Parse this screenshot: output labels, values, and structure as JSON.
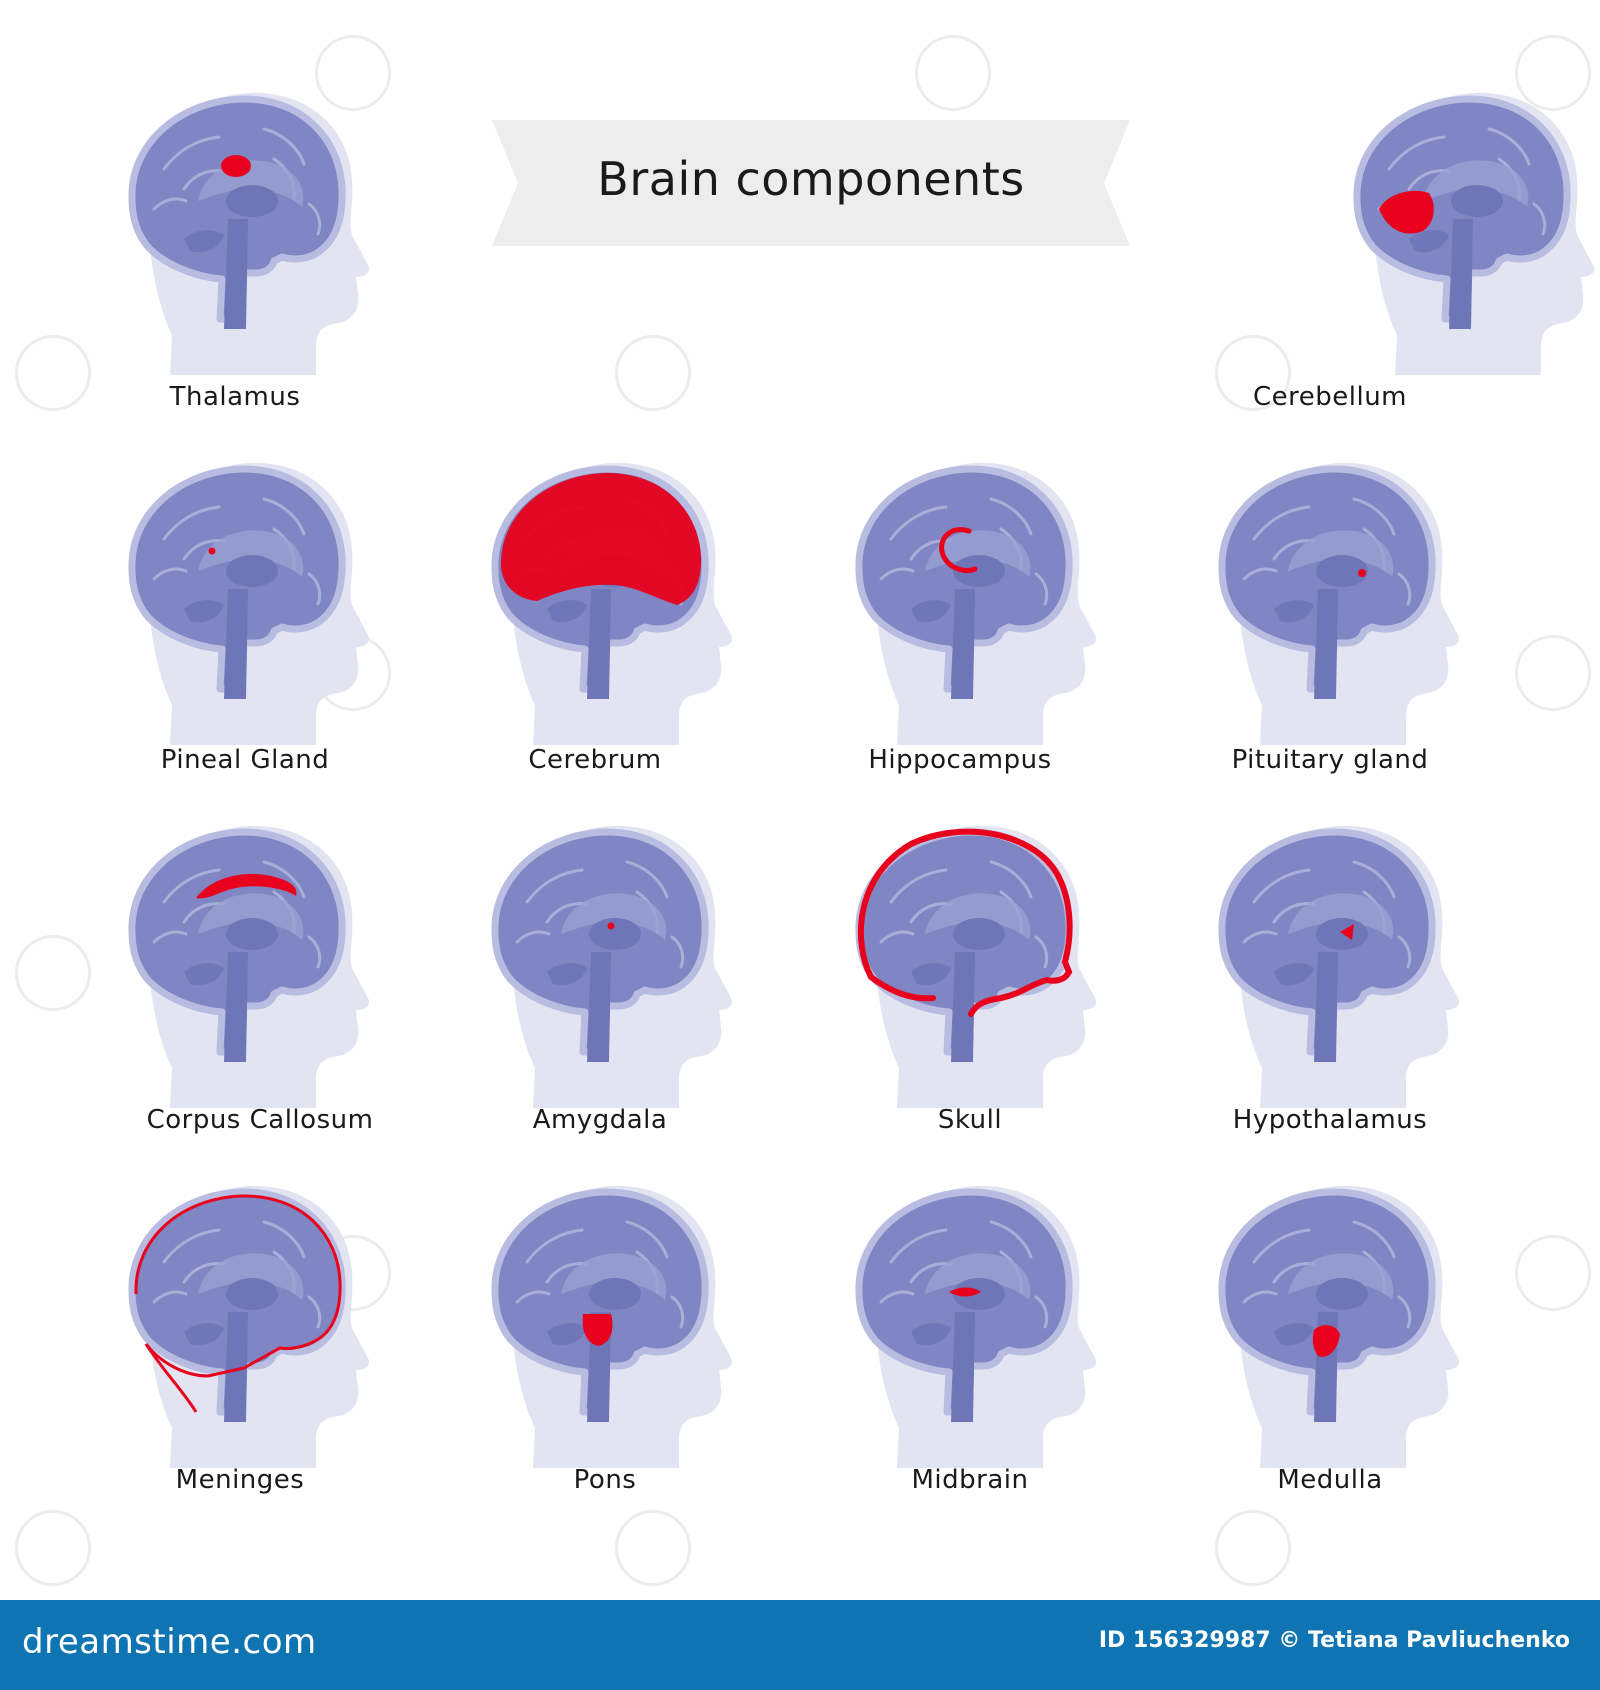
{
  "title": "Brain components",
  "panels": [
    {
      "label": "Thalamus",
      "highlight": "thalamus"
    },
    {
      "label": "Cerebellum",
      "highlight": "cerebellum"
    },
    {
      "label": "Pineal Gland",
      "highlight": "pineal"
    },
    {
      "label": "Cerebrum",
      "highlight": "cerebrum"
    },
    {
      "label": "Hippocampus",
      "highlight": "hippocampus"
    },
    {
      "label": "Pituitary gland",
      "highlight": "pituitary"
    },
    {
      "label": "Corpus Callosum",
      "highlight": "corpus"
    },
    {
      "label": "Amygdala",
      "highlight": "amygdala"
    },
    {
      "label": "Skull",
      "highlight": "skull"
    },
    {
      "label": "Hypothalamus",
      "highlight": "hypothalamus"
    },
    {
      "label": "Meninges",
      "highlight": "meninges"
    },
    {
      "label": "Pons",
      "highlight": "pons"
    },
    {
      "label": "Midbrain",
      "highlight": "midbrain"
    },
    {
      "label": "Medulla",
      "highlight": "medulla"
    }
  ],
  "colors": {
    "head": "#e3e4f2",
    "brain": "#7f86c3",
    "brain_line": "#b8bce0",
    "highlight": "#e8001c",
    "banner": "#ededed",
    "footer": "#0e74b2"
  },
  "footer": {
    "logo": "dreamstime.com",
    "credit": "ID 156329987 © Tetiana Pavliuchenko"
  }
}
